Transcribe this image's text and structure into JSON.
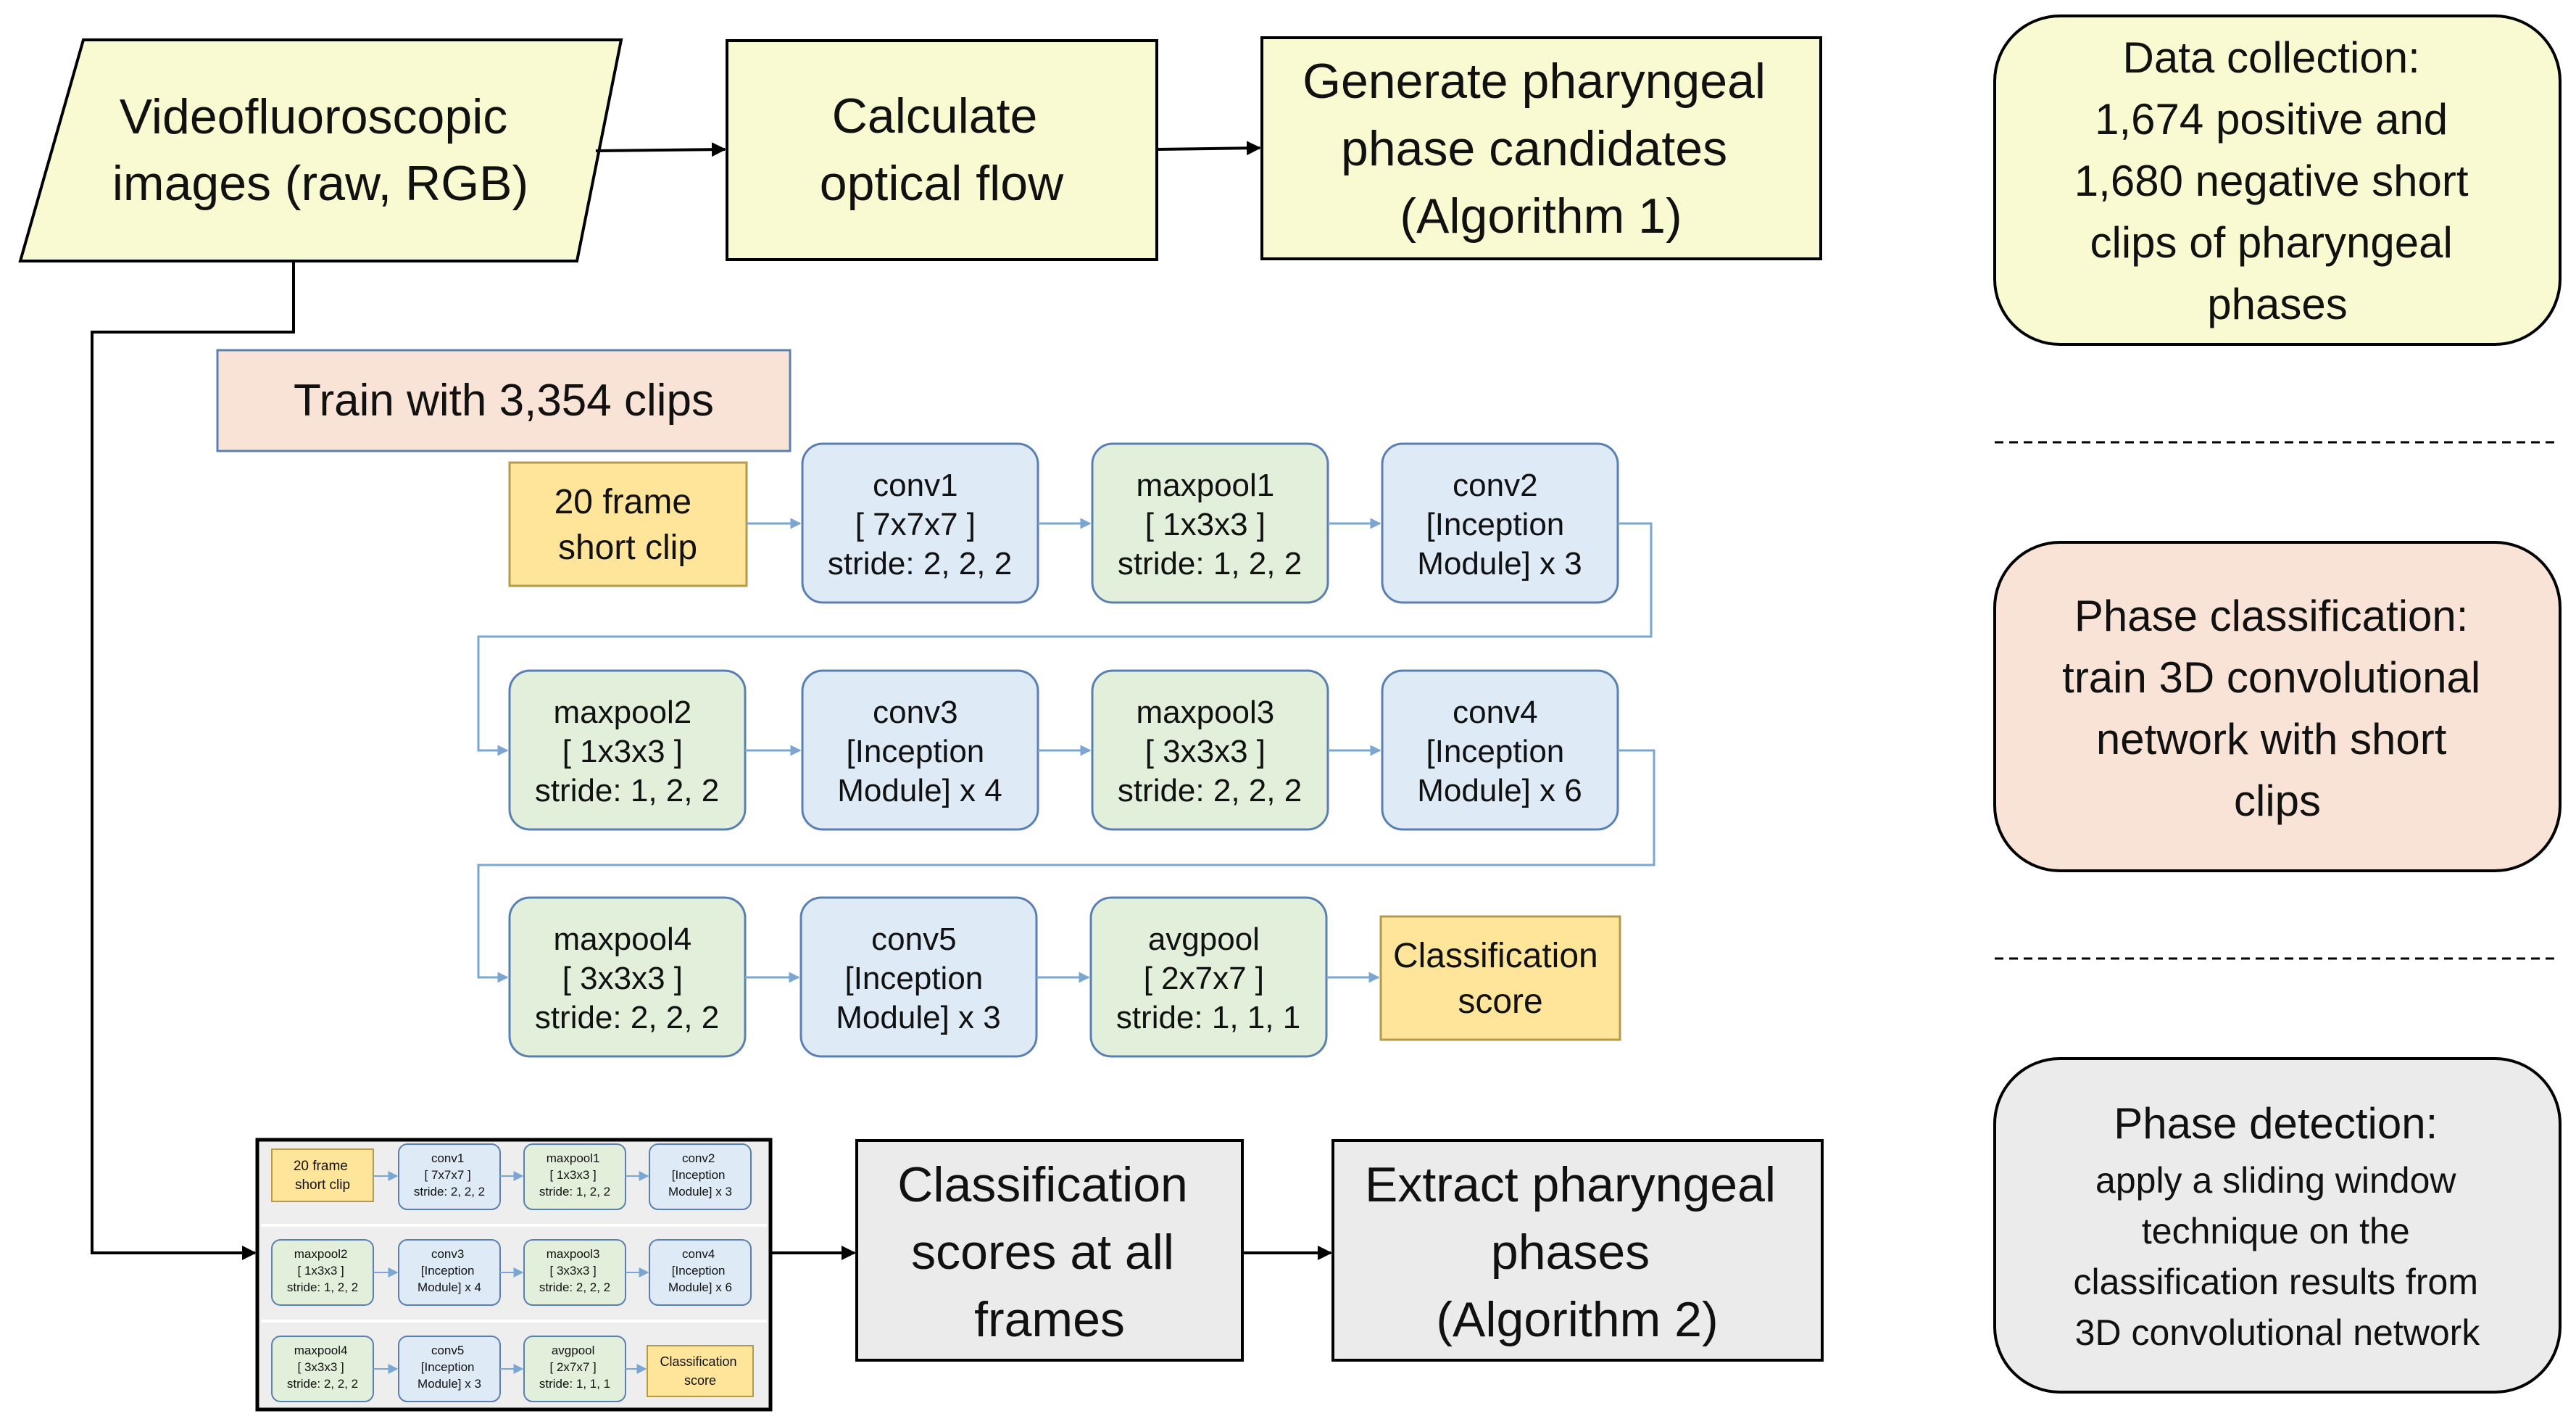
{
  "pipeline": {
    "input": [
      "Videofluoroscopic",
      "images (raw, RGB)"
    ],
    "optical_flow": [
      "Calculate",
      "optical flow"
    ],
    "candidates": [
      "Generate pharyngeal",
      "phase candidates",
      "(Algorithm 1)"
    ],
    "train": "Train with 3,354 clips",
    "scores": [
      "Classification",
      "scores at all",
      "frames"
    ],
    "extract": [
      "Extract pharyngeal",
      "phases",
      "(Algorithm 2)"
    ]
  },
  "network": {
    "input_clip": [
      "20 frame",
      "short clip"
    ],
    "conv1": [
      "conv1",
      "[ 7x7x7 ]",
      "stride: 2, 2, 2"
    ],
    "maxpool1": [
      "maxpool1",
      "[ 1x3x3 ]",
      "stride: 1, 2, 2"
    ],
    "conv2": [
      "conv2",
      "[Inception",
      "Module]  x 3"
    ],
    "maxpool2": [
      "maxpool2",
      "[ 1x3x3 ]",
      "stride: 1, 2, 2"
    ],
    "conv3": [
      "conv3",
      "[Inception",
      "Module]  x 4"
    ],
    "maxpool3": [
      "maxpool3",
      "[ 3x3x3 ]",
      "stride: 2, 2, 2"
    ],
    "conv4": [
      "conv4",
      "[Inception",
      "Module]  x 6"
    ],
    "maxpool4": [
      "maxpool4",
      "[ 3x3x3 ]",
      "stride: 2, 2, 2"
    ],
    "conv5": [
      "conv5",
      "[Inception",
      "Module]  x 3"
    ],
    "avgpool": [
      "avgpool",
      "[ 2x7x7 ]",
      "stride: 1, 1, 1"
    ],
    "output": [
      "Classification",
      "score"
    ]
  },
  "mini_network": {
    "conv1": [
      "conv1",
      "[ 7x7x7 ]",
      "stride: 2, 2, 2"
    ],
    "maxpool1": [
      "maxpool1",
      "[ 1x3x3 ]",
      "stride: 1, 2, 2"
    ],
    "conv2": [
      "conv2",
      "[Inception",
      "Module]  x 3"
    ],
    "maxpool2": [
      "maxpool2",
      "[ 1x3x3 ]",
      "stride: 1, 2, 2"
    ],
    "conv3": [
      "conv3",
      "[Inception",
      "Module]  x 4"
    ],
    "maxpool3": [
      "maxpool3",
      "[ 3x3x3 ]",
      "stride: 2, 2, 2"
    ],
    "conv4": [
      "conv4",
      "[Inception",
      "Module]  x 6"
    ],
    "maxpool4": [
      "maxpool4",
      "[ 3x3x3 ]",
      "stride: 2, 2, 2"
    ],
    "conv5": [
      "conv5",
      "[Inception",
      "Module]  x 3"
    ],
    "avgpool": [
      "avgpool",
      "[ 2x7x7 ]",
      "stride: 1, 1, 1"
    ]
  },
  "legend": {
    "data_collection": [
      "Data collection:",
      "1,674 positive and",
      "1,680 negative short",
      "clips of pharyngeal",
      "phases"
    ],
    "phase_classification": [
      "Phase classification:",
      "train 3D convolutional",
      "network with short",
      "clips"
    ],
    "phase_detection": [
      "Phase detection:",
      "apply a sliding window",
      "technique on the",
      "classification results from",
      "3D convolutional network"
    ]
  },
  "colors": {
    "yellow_fill": "#fafad2",
    "peach_fill": "#f9e3d6",
    "gray_fill": "#ebebeb",
    "blue_fill": "#deeaf6",
    "green_fill": "#e2efda",
    "gold_fill": "#fee599",
    "node_stroke": "#5a80b3",
    "edge_blue": "#7aa6d3"
  }
}
